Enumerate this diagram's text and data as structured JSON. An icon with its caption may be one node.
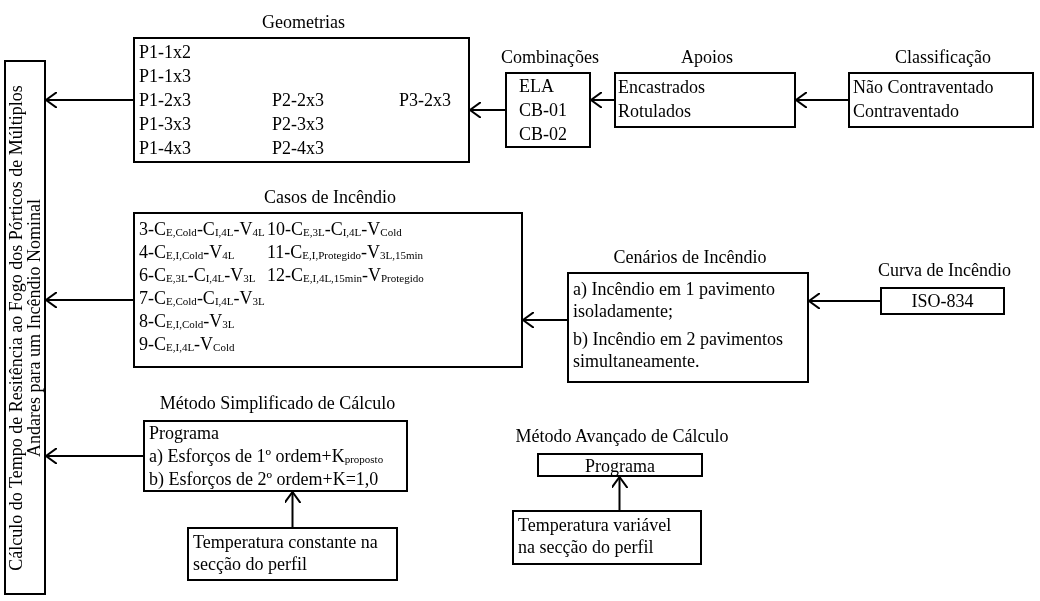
{
  "diagram": {
    "nodes": [
      {
        "text": [
          "Cálculo do Tempo de Resitência ao Fogo dos Pórticos de Múltiplos Andares para um Incêndio Nominal"
        ]
      },
      {
        "text": [
          "Geometrias",
          "P1-1x2",
          "P1-1x3",
          "P1-2x3",
          "P2-2x3",
          "P3-2x3",
          "P1-3x3",
          "P2-3x3",
          "P1-4x3",
          "P2-4x3"
        ]
      },
      {
        "text": [
          "Combinações",
          "ELA",
          "CB-01",
          "CB-02"
        ]
      },
      {
        "text": [
          "Apoios",
          "Encastrados",
          "Rotulados"
        ]
      },
      {
        "text": [
          "Classificação",
          "Não Contraventado",
          "Contraventado"
        ]
      },
      {
        "text": [
          "Casos de Incêndio",
          "3-C$_{E,Cold}$-C$_{I,4L}$-V$_{4L}$",
          "4-C$_{E,I,Cold}$-V$_{4L}$",
          "6-C$_{E,3L}$-C$_{I,4L}$-V$_{3L}$",
          "7-C$_{E,Cold}$-C$_{I,4L}$-V$_{3L}$",
          "8-C$_{E,I,Cold}$-V$_{3L}$",
          "9-C$_{E,I,4L}$-V$_{Cold}$",
          "10-C$_{E,3L}$-C$_{I,4L}$-V$_{Cold}$",
          "11-C$_{E,I,Protegido}$-V$_{3L,15min}$",
          "12-C$_{E,I,4L,15min}$-V$_{Protegido}$"
        ]
      },
      {
        "text": [
          "Cenários de Incêndio",
          "a) Incêndio em 1 pavimento isoladamente;",
          "b) Incêndio em 2 pavimentos simultaneamente."
        ]
      },
      {
        "text": [
          "Curva de Incêndio",
          "ISO-834"
        ]
      },
      {
        "text": [
          "Método Simplificado de Cálculo",
          "Programa",
          "a) Esforços de 1º ordem+K$_{proposto}$",
          "b) Esforços de 2º ordem+K=1,0"
        ]
      },
      {
        "text": [
          "Temperatura constante na secção do perfil"
        ]
      },
      {
        "text": [
          "Método Avançado de Cálculo",
          "Programa"
        ]
      },
      {
        "text": [
          "Temperatura variável na secção do perfil"
        ]
      }
    ],
    "edges": [
      {
        "from": 1,
        "to": 0,
        "arrow": "to"
      },
      {
        "from": 2,
        "to": 1,
        "arrow": "to"
      },
      {
        "from": 3,
        "to": 2,
        "arrow": "to"
      },
      {
        "from": 4,
        "to": 3,
        "arrow": "to"
      },
      {
        "from": 5,
        "to": 0,
        "arrow": "to"
      },
      {
        "from": 6,
        "to": 5,
        "arrow": "to"
      },
      {
        "from": 7,
        "to": 6,
        "arrow": "to"
      },
      {
        "from": 8,
        "to": 0,
        "arrow": "to"
      },
      {
        "from": 9,
        "to": 8,
        "arrow": "to"
      },
      {
        "from": 11,
        "to": 10,
        "arrow": "to"
      }
    ]
  }
}
